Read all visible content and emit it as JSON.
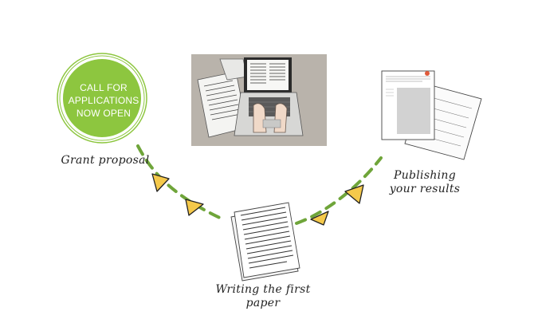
{
  "badge": {
    "lines": [
      "CALL FOR",
      "APPLICATIONS",
      "NOW OPEN"
    ]
  },
  "labels": {
    "grant": "Grant proposal",
    "writing": "Writing the first paper",
    "publishing": "Publishing your results"
  },
  "colors": {
    "badge_green": "#8dc63f",
    "dash_green": "#6fa53a",
    "arrow_fill": "#f5c94b",
    "arrow_stroke": "#222222"
  },
  "icons": [
    "laptop-writing-image",
    "draft-paper-icon",
    "published-papers-icon"
  ]
}
